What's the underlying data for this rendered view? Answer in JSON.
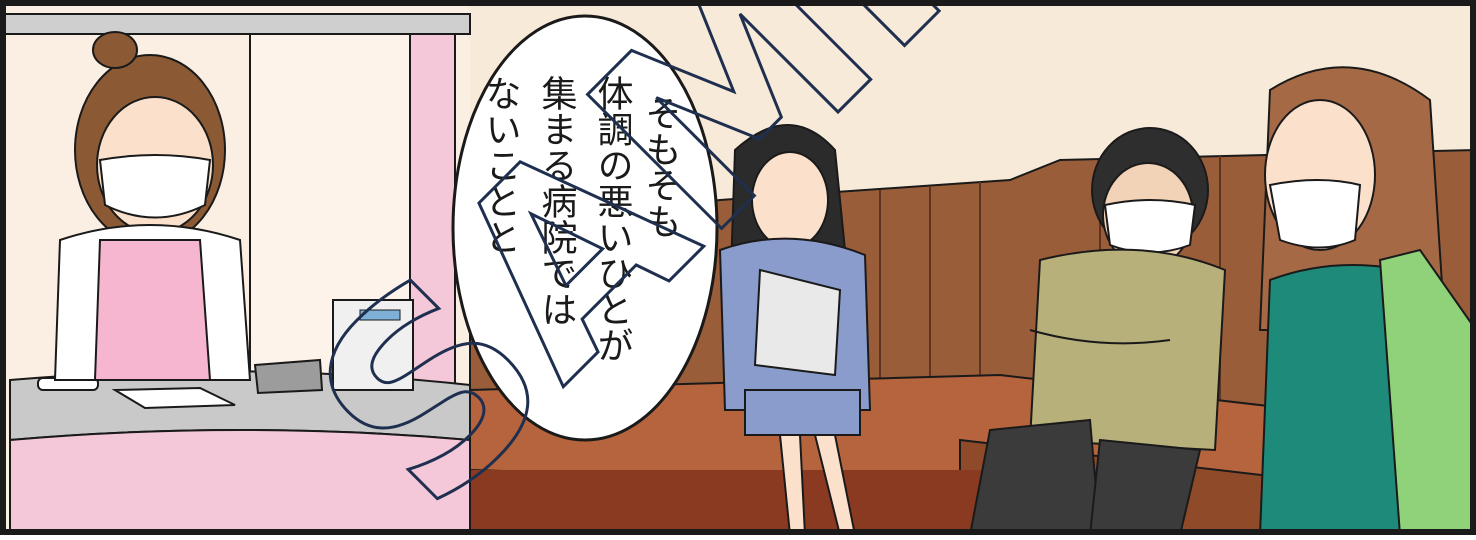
{
  "panel": {
    "speech_bubble_columns": [
      "そもそも",
      "体調の悪いひとが",
      "集まる病院では",
      "ないことと"
    ],
    "watermark_text": "SAMPLE"
  },
  "colors": {
    "wall": "#f7ead8",
    "counter_pink": "#f4c8d8",
    "wood_panel": "#9a5d3a",
    "bench": "#b5643d",
    "floor": "#8b3a22",
    "outline": "#1a1a1a",
    "watermark_stroke": "#1f2f4f"
  }
}
